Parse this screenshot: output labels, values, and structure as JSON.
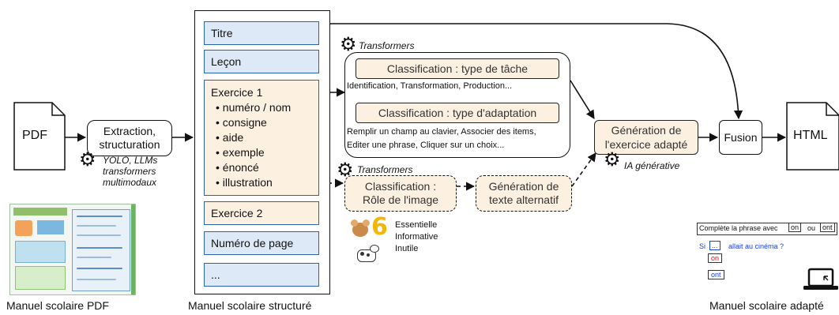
{
  "inputs": {
    "pdf_label": "PDF",
    "pdf_caption": "Manuel scolaire PDF"
  },
  "extraction": {
    "label_line1": "Extraction,",
    "label_line2": "structuration",
    "tools_line1": "YOLO, LLMs",
    "tools_line2": "transformers",
    "tools_line3": "multimodaux"
  },
  "structured": {
    "caption": "Manuel scolaire structuré",
    "titre": "Titre",
    "lecon": "Leçon",
    "exercice1": "Exercice 1",
    "fields": [
      "numéro / nom",
      "consigne",
      "aide",
      "exemple",
      "énoncé",
      "illustration"
    ],
    "exercice2": "Exercice 2",
    "page_number": "Numéro de page",
    "more": "..."
  },
  "transformers_top": {
    "tool": "Transformers",
    "task_title": "Classification : type de tâche",
    "task_examples": "Identification, Transformation, Production...",
    "adapt_title": "Classification : type d'adaptation",
    "adapt_examples_line1": "Remplir un champ au clavier, Associer des items,",
    "adapt_examples_line2": "Editer une phrase, Cliquer sur un choix..."
  },
  "transformers_bottom": {
    "tool": "Transformers",
    "image_role_line1": "Classification :",
    "image_role_line2": "Rôle de l'image",
    "alt_text_line1": "Génération de",
    "alt_text_line2": "texte alternatif",
    "roles": [
      "Essentielle",
      "Informative",
      "Inutile"
    ]
  },
  "generation": {
    "line1": "Génération de",
    "line2": "l'exercice adapté",
    "tool": "IA générative"
  },
  "fusion": {
    "label": "Fusion"
  },
  "output": {
    "html_label": "HTML",
    "caption": "Manuel scolaire adapté",
    "sample_instruction": "Complète la phrase avec",
    "sample_choices": [
      "on",
      "ou",
      "ont"
    ],
    "sample_prefix": "Si",
    "sample_blank": "...",
    "sample_rest": "allait au cinéma ?",
    "sample_options": [
      "on",
      "ont"
    ]
  },
  "colors": {
    "blue_fill": "#dde9f6",
    "blue_border": "#2a63a8",
    "peach_fill": "#fcf0e0",
    "ink": "#111111"
  }
}
